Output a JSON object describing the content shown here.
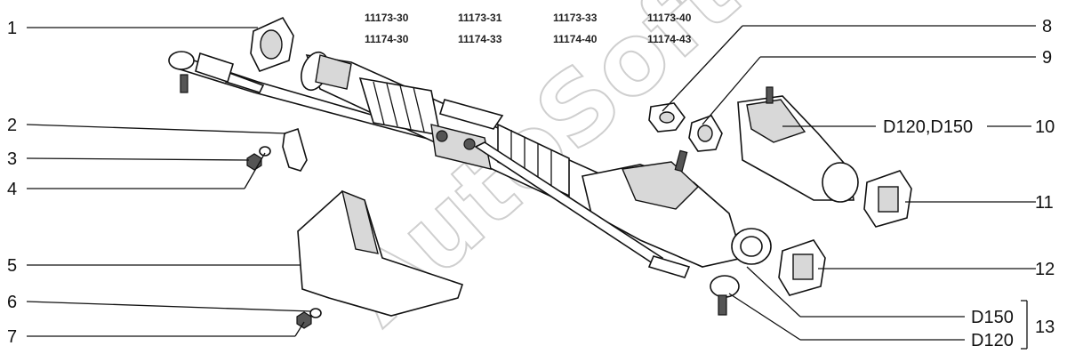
{
  "codes": {
    "top_row": [
      "11173-30",
      "11173-31",
      "11173-33",
      "11173-40"
    ],
    "bottom_row": [
      "11174-30",
      "11174-33",
      "11174-40",
      "11174-43"
    ]
  },
  "callouts_left": [
    "1",
    "2",
    "3",
    "4",
    "5",
    "6",
    "7"
  ],
  "callouts_right": {
    "c8": "8",
    "c9": "9",
    "c10": "10",
    "c10_variant": "D120,D150",
    "c11": "11",
    "c12": "12",
    "c13": "13",
    "c13_variant_a": "D150",
    "c13_variant_b": "D120"
  },
  "watermark": "AutoSoft"
}
